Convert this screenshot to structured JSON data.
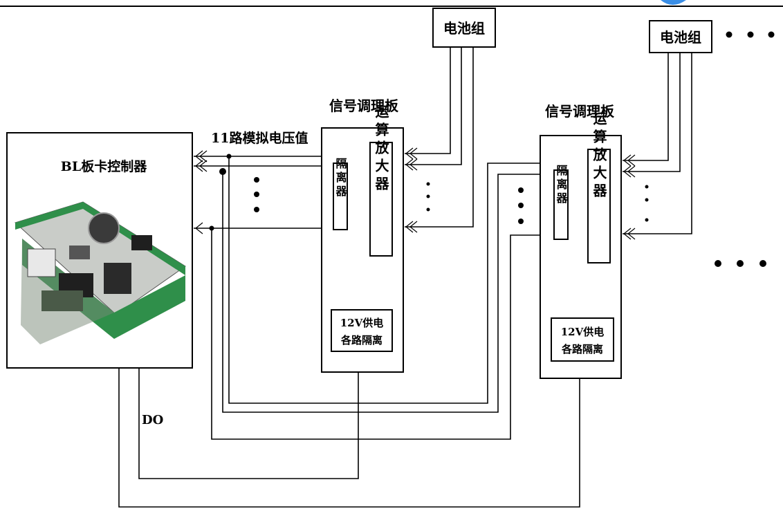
{
  "controller": {
    "label": "BL板卡控制器"
  },
  "signal_label": "11路模拟电压值",
  "do_label": "DO",
  "conditioning_boards": [
    {
      "title": "信号调理板",
      "isolator": "隔离器",
      "amplifier": "运算放大器",
      "power": [
        "12V供电",
        "各路隔离"
      ]
    },
    {
      "title": "信号调理板",
      "isolator": "隔离器",
      "amplifier": "运算放大器",
      "power": [
        "12V供电",
        "各路隔离"
      ]
    }
  ],
  "battery_packs": [
    {
      "label": "电池组"
    },
    {
      "label": "电池组"
    }
  ],
  "colors": {
    "line": "#000000",
    "background": "#ffffff",
    "board_green": "#2f8f4a",
    "logo_blue": "#3a8ee6"
  },
  "icons": [
    "controller-board-photo",
    "logo-fragment"
  ]
}
